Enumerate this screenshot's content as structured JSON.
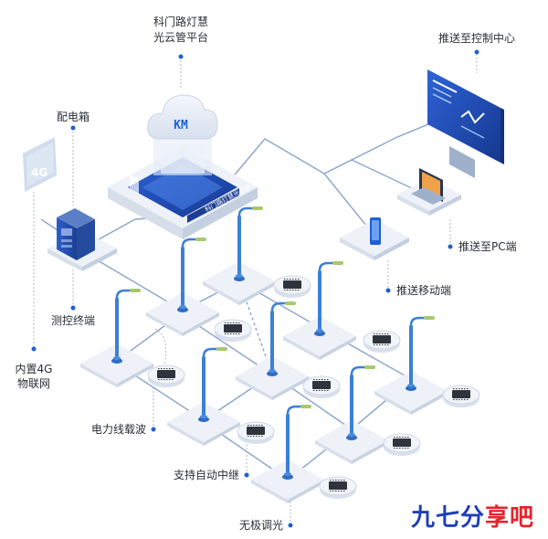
{
  "labels": {
    "platform": [
      "科门路灯慧",
      "光云管平台"
    ],
    "push_control": "推送至控制中心",
    "distribution_box": "配电箱",
    "builtin_4g": [
      "内置4G",
      "物联网"
    ],
    "control_terminal": "测控终端",
    "push_pc": "推送至PC端",
    "push_mobile": "推送移动端",
    "plc": "电力线载波",
    "auto_relay": "支持自动中继",
    "dimming": "无极调光"
  },
  "icons": {
    "cloud_text": "KM",
    "signal_text": "4G"
  },
  "platform_base_text": "科门路灯慧光云管平台",
  "brand": {
    "part1": "九七分",
    "part2": "享吧"
  },
  "colors": {
    "accent": "#1f5fd6",
    "line": "#8fa8cf",
    "tile": "#eef2f8",
    "tile_edge": "#d6deea",
    "pole": "#3c7fd8",
    "brand_blue": "#1f3fb5",
    "brand_red": "#e3242b"
  }
}
